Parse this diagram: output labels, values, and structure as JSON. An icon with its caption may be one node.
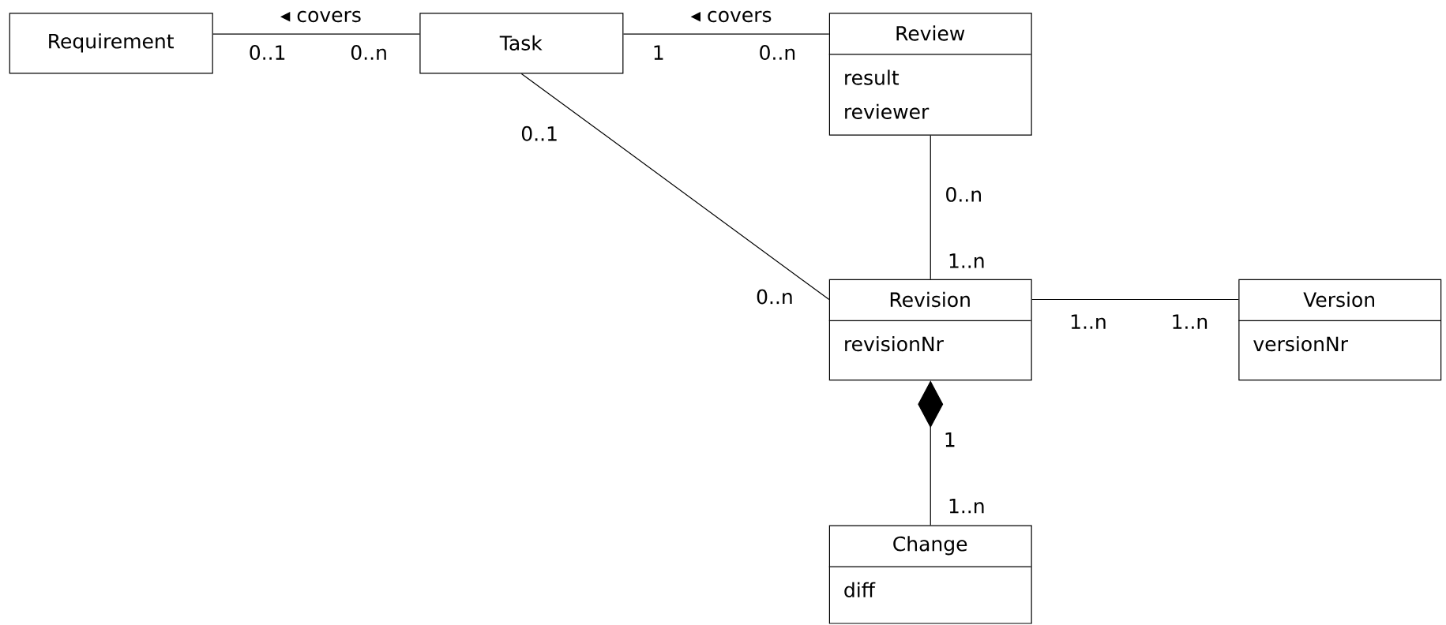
{
  "diagram": {
    "nodes": [
      {
        "text": [
          "Requirement"
        ]
      },
      {
        "text": [
          "Task"
        ]
      },
      {
        "text": [
          "Review",
          "result",
          "reviewer"
        ]
      },
      {
        "text": [
          "Revision",
          "revisionNr"
        ]
      },
      {
        "text": [
          "Version",
          "versionNr"
        ]
      },
      {
        "text": [
          "Change",
          "diff"
        ]
      }
    ],
    "edges": [
      {
        "from": 0,
        "to": 1,
        "arrow": "none",
        "label": "◂ covers"
      },
      {
        "from": 1,
        "to": 2,
        "arrow": "none",
        "label": "◂ covers"
      },
      {
        "from": 1,
        "to": 3,
        "arrow": "none"
      },
      {
        "from": 2,
        "to": 3,
        "arrow": "none"
      },
      {
        "from": 3,
        "to": 4,
        "arrow": "none"
      },
      {
        "from": 3,
        "to": 5,
        "arrow": "other"
      }
    ],
    "labels": [
      "0..1",
      "0..n",
      "1",
      "0..n",
      "0..1",
      "0..n",
      "1..n",
      "0..n",
      "1..n",
      "1..n",
      "1",
      "1..n"
    ]
  }
}
